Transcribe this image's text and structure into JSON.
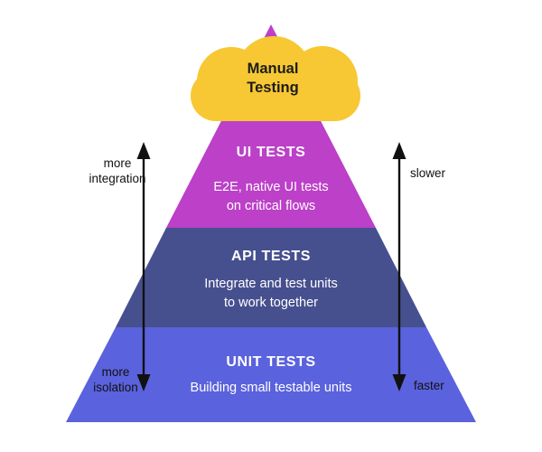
{
  "diagram": {
    "cloud": {
      "line1": "Manual",
      "line2": "Testing"
    },
    "layers": [
      {
        "id": "ui-tests",
        "title": "UI TESTS",
        "desc_line1": "E2E, native UI tests",
        "desc_line2": "on critical flows",
        "color": "#bc40c8"
      },
      {
        "id": "api-tests",
        "title": "API TESTS",
        "desc_line1": "Integrate and test units",
        "desc_line2": "to work together",
        "color": "#46508f"
      },
      {
        "id": "unit-tests",
        "title": "UNIT TESTS",
        "desc_line1": "Building small testable units",
        "color": "#5a62dd"
      }
    ],
    "left_scale": {
      "top": {
        "line1": "more",
        "line2": "integration"
      },
      "bottom": {
        "line1": "more",
        "line2": "isolation"
      }
    },
    "right_scale": {
      "top": "slower",
      "bottom": "faster"
    },
    "colors": {
      "background": "#ffffff",
      "cloud": "#f7c833",
      "arrow": "#111111",
      "layer_text": "#ffffff",
      "cloud_text": "#1c1c1c",
      "scale_text": "#111111"
    }
  }
}
